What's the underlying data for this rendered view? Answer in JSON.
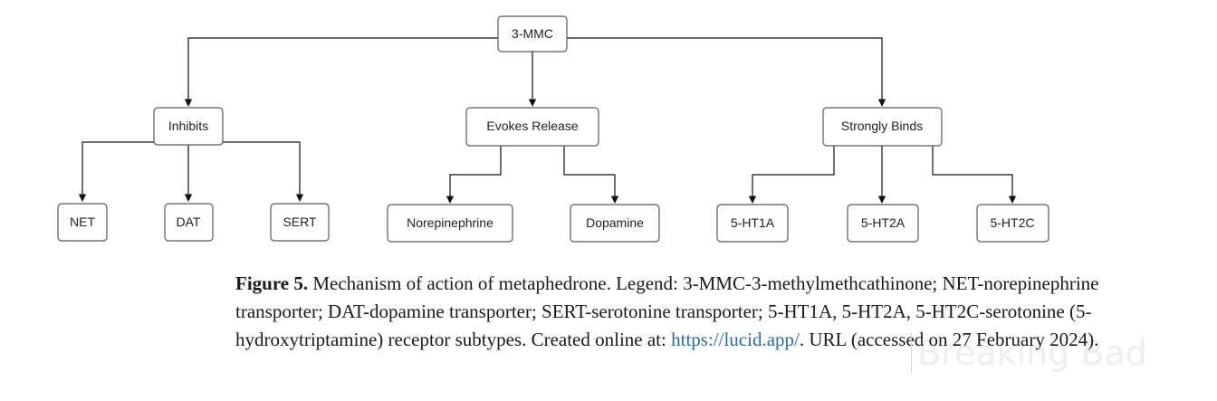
{
  "diagram": {
    "nodes": {
      "root": "3-MMC",
      "inhibits": "Inhibits",
      "evokes": "Evokes Release",
      "binds": "Strongly Binds",
      "net": "NET",
      "dat": "DAT",
      "sert": "SERT",
      "norepinephrine": "Norepinephrine",
      "dopamine": "Dopamine",
      "ht1a": "5-HT1A",
      "ht2a": "5-HT2A",
      "ht2c": "5-HT2C"
    }
  },
  "caption": {
    "label": "Figure 5.",
    "text": " Mechanism of action of metaphedrone. Legend: 3-MMC-3-methylmethcathinone; NET-norepinephrine transporter; DAT-dopamine transporter; SERT-serotonine transporter; 5-HT1A, 5-HT2A, 5-HT2C-serotonine (5-hydroxytriptamine) receptor subtypes. Created online at: ",
    "link": "https://lucid.app/",
    "suffix": ". URL (accessed on 27 February 2024)."
  },
  "watermark": "Breaking Bad"
}
